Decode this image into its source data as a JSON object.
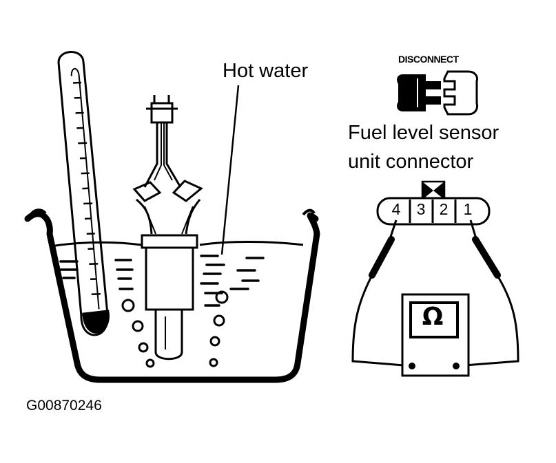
{
  "labels": {
    "hot_water": "Hot water",
    "disconnect": "DISCONNECT",
    "connector_line1": "Fuel level sensor",
    "connector_line2": "unit connector",
    "figure_code": "G00870246"
  },
  "connector": {
    "pins": [
      "4",
      "3",
      "2",
      "1"
    ]
  },
  "ohmmeter": {
    "symbol": "Ω"
  },
  "icons": [
    "thermometer-icon",
    "disconnect-connector-icon",
    "ohmmeter-icon"
  ]
}
